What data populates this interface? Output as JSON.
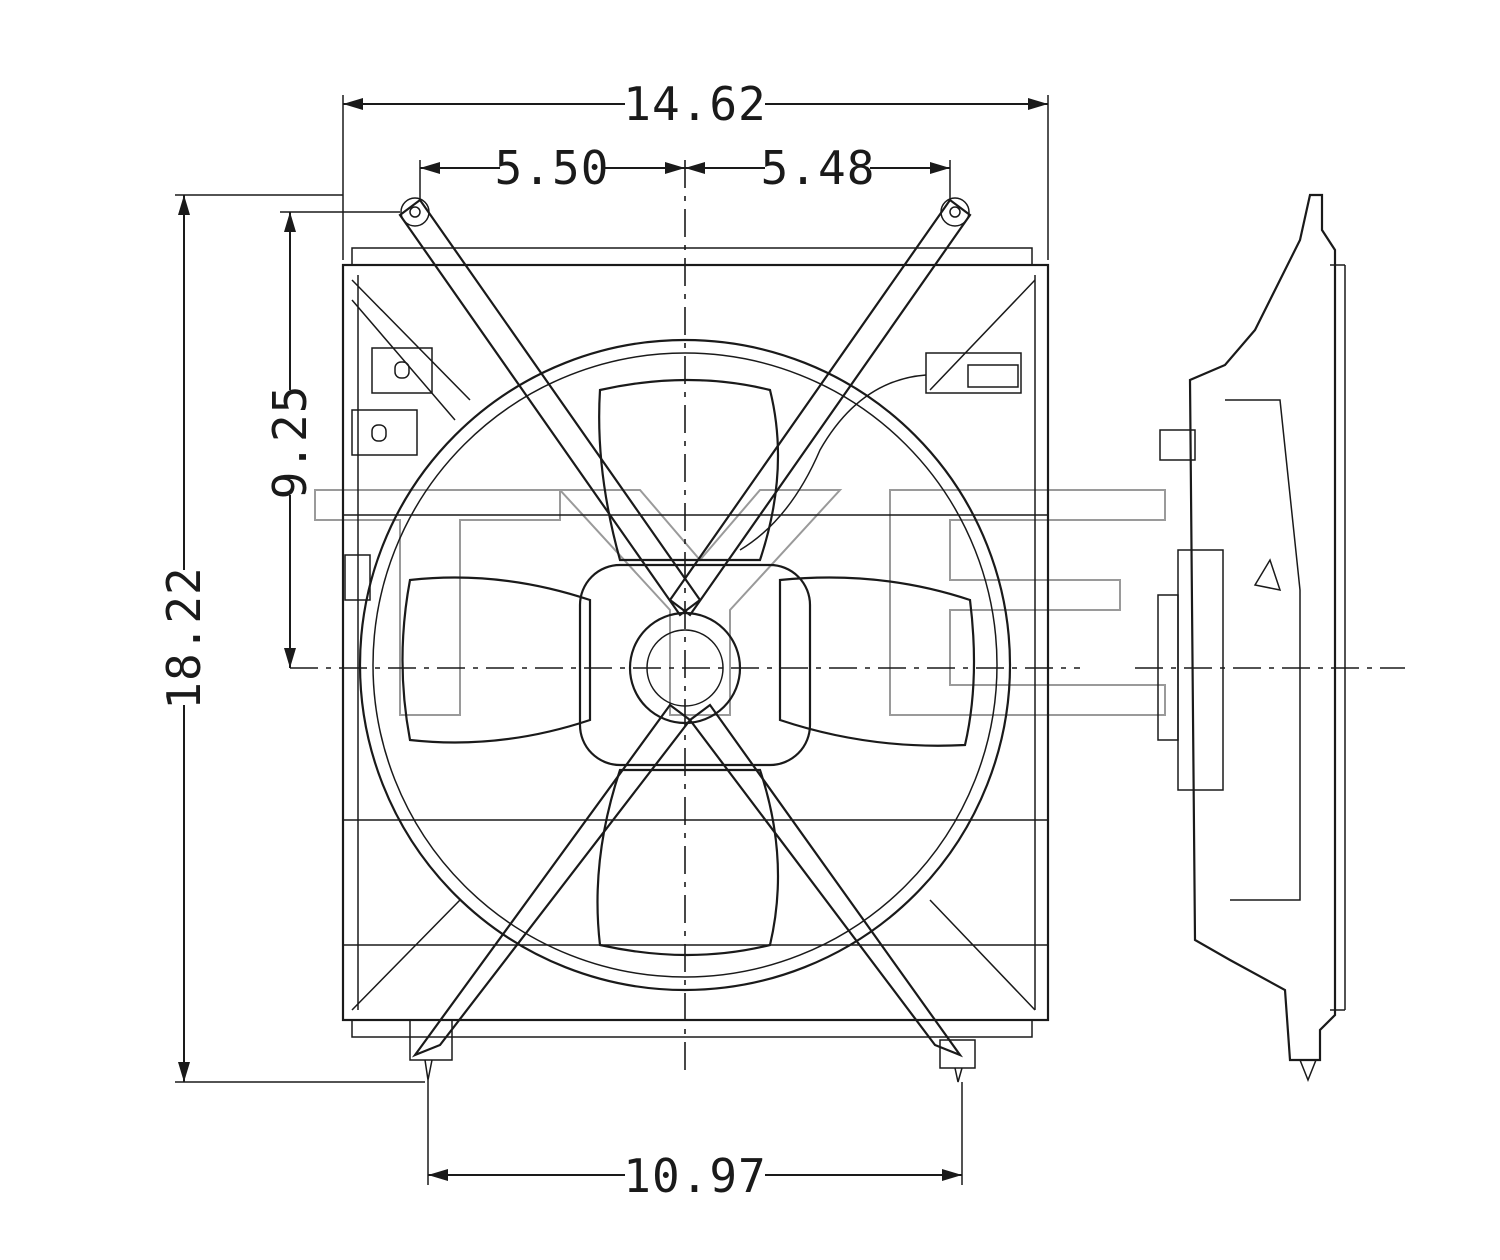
{
  "dimensions": {
    "overall_width": "14.62",
    "left_mount_offset": "5.50",
    "right_mount_offset": "5.48",
    "overall_height": "18.22",
    "upper_mount_height": "9.25",
    "bottom_mount_spacing": "10.97"
  }
}
